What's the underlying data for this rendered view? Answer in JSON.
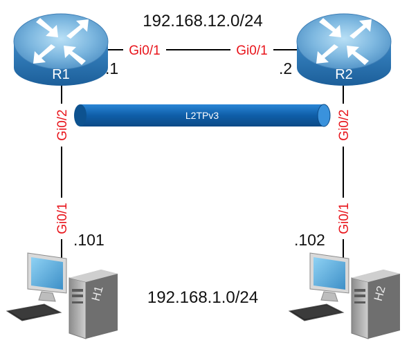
{
  "networks": {
    "wan": "192.168.12.0/24",
    "lan": "192.168.1.0/24"
  },
  "tunnel": {
    "label": "L2TPv3"
  },
  "routers": {
    "r1": {
      "name": "R1",
      "ip": ".1",
      "port_wan": "Gi0/1",
      "port_down": "Gi0/2"
    },
    "r2": {
      "name": "R2",
      "ip": ".2",
      "port_wan": "Gi0/1",
      "port_down": "Gi0/2"
    }
  },
  "hosts": {
    "h1": {
      "name": "H1",
      "ip": ".101",
      "port": "Gi0/1"
    },
    "h2": {
      "name": "H2",
      "ip": ".102",
      "port": "Gi0/1"
    }
  },
  "colors": {
    "port_label": "#e8141b",
    "tunnel": "#1565b0",
    "router_body": "#2f7fbf",
    "router_top": "#8cc3e6",
    "link": "#000000"
  },
  "icons": {
    "router": "router-icon",
    "host": "desktop-computer-icon"
  }
}
